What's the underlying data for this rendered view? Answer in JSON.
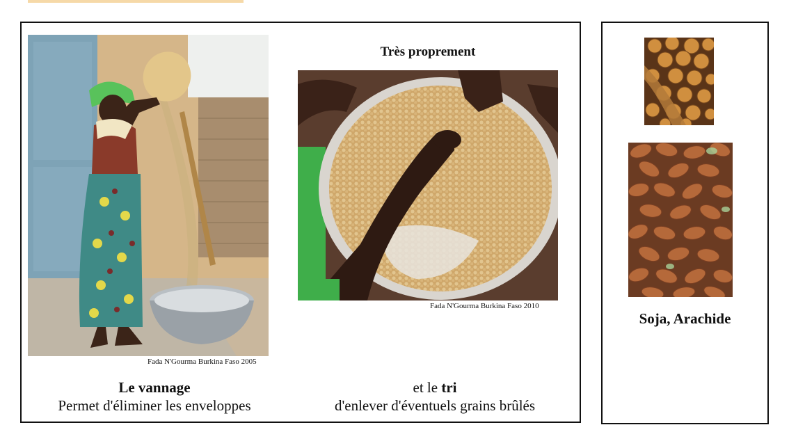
{
  "slide": {
    "tray_heading": "Très proprement",
    "credit_left": "Fada N'Gourma Burkina Faso 2005",
    "credit_right": "Fada N'Gourma Burkina Faso  2010",
    "caption_left": {
      "title": "Le vannage",
      "text": "Permet d'éliminer les enveloppes"
    },
    "caption_right": {
      "prefix": "et le ",
      "bold": "tri",
      "text": "d'enlever d'éventuels grains brûlés"
    },
    "side_title": "Soja, Arachide"
  },
  "photos": {
    "winnowing": "woman-winnowing-grain-photo",
    "tray": "sorting-soybeans-tray-photo",
    "soy": "soybeans-closeup-photo",
    "peanut": "peanuts-closeup-photo"
  },
  "colors": {
    "wall": "#d9b98a",
    "door": "#7ea3b6",
    "soy": "#c98a3a",
    "peanut": "#a45a33",
    "grain": "#d8b57a"
  }
}
